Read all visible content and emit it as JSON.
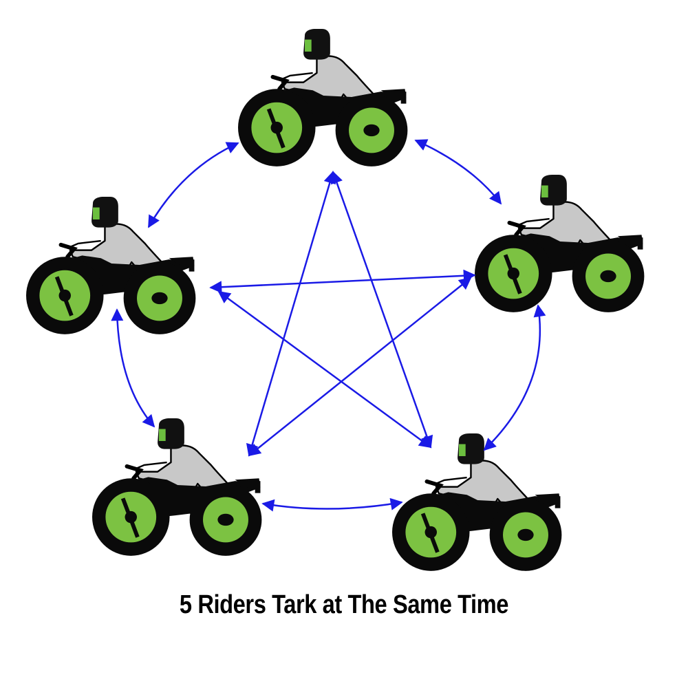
{
  "caption": "5 Riders Tark at The Same Time",
  "colors": {
    "arrow": "#1a1ae6",
    "wheel_rim": "#7cc242",
    "tire": "#000000",
    "rider_suit": "#c8c8c8",
    "visor": "#6cbf3f"
  },
  "riders": [
    {
      "name": "rider-top"
    },
    {
      "name": "rider-right"
    },
    {
      "name": "rider-bottom-right"
    },
    {
      "name": "rider-bottom-left"
    },
    {
      "name": "rider-left"
    }
  ],
  "links": {
    "ring": [
      [
        "rider-top",
        "rider-right"
      ],
      [
        "rider-right",
        "rider-bottom-right"
      ],
      [
        "rider-bottom-right",
        "rider-bottom-left"
      ],
      [
        "rider-bottom-left",
        "rider-left"
      ],
      [
        "rider-left",
        "rider-top"
      ]
    ],
    "star": [
      [
        "rider-top",
        "rider-bottom-left"
      ],
      [
        "rider-top",
        "rider-bottom-right"
      ],
      [
        "rider-left",
        "rider-right"
      ],
      [
        "rider-left",
        "rider-bottom-right"
      ],
      [
        "rider-right",
        "rider-bottom-left"
      ]
    ]
  }
}
